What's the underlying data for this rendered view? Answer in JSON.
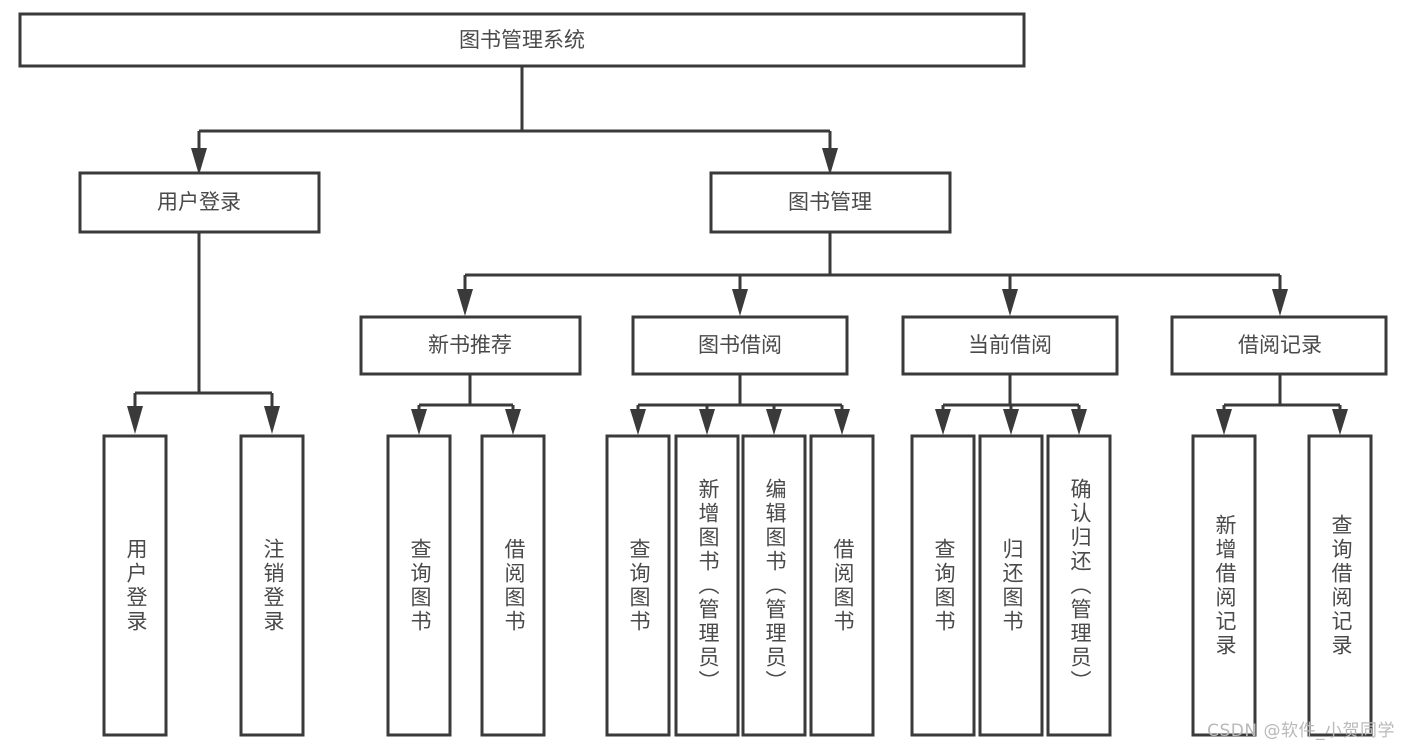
{
  "diagram": {
    "title": "图书管理系统",
    "type": "tree-hierarchy-diagram",
    "colors": {
      "box_stroke": "#3a3a3a",
      "box_fill": "#ffffff",
      "text": "#4a4a4a",
      "watermark": "#b9b9b9",
      "background": "#ffffff"
    },
    "root": {
      "id": "root",
      "label": "图书管理系统"
    },
    "level2": [
      {
        "id": "user-login",
        "label": "用户登录"
      },
      {
        "id": "book-manage",
        "label": "图书管理"
      }
    ],
    "level3": [
      {
        "id": "new-book-recommend",
        "label": "新书推荐",
        "parent": "book-manage"
      },
      {
        "id": "book-borrow",
        "label": "图书借阅",
        "parent": "book-manage"
      },
      {
        "id": "current-borrow",
        "label": "当前借阅",
        "parent": "book-manage"
      },
      {
        "id": "borrow-record",
        "label": "借阅记录",
        "parent": "book-manage"
      }
    ],
    "leaves": [
      {
        "id": "leaf-user-login",
        "label": "用户登录",
        "parent": "user-login"
      },
      {
        "id": "leaf-logout",
        "label": "注销登录",
        "parent": "user-login"
      },
      {
        "id": "leaf-query-book-1",
        "label": "查询图书",
        "parent": "new-book-recommend"
      },
      {
        "id": "leaf-borrow-book-1",
        "label": "借阅图书",
        "parent": "new-book-recommend"
      },
      {
        "id": "leaf-query-book-2",
        "label": "查询图书",
        "parent": "book-borrow"
      },
      {
        "id": "leaf-add-book",
        "label": "新增图书（管理员）",
        "parent": "book-borrow"
      },
      {
        "id": "leaf-edit-book",
        "label": "编辑图书（管理员）",
        "parent": "book-borrow"
      },
      {
        "id": "leaf-borrow-book-2",
        "label": "借阅图书",
        "parent": "book-borrow"
      },
      {
        "id": "leaf-query-book-3",
        "label": "查询图书",
        "parent": "current-borrow"
      },
      {
        "id": "leaf-return-book",
        "label": "归还图书",
        "parent": "current-borrow"
      },
      {
        "id": "leaf-confirm-return",
        "label": "确认归还（管理员）",
        "parent": "current-borrow"
      },
      {
        "id": "leaf-add-record",
        "label": "新增借阅记录",
        "parent": "borrow-record"
      },
      {
        "id": "leaf-query-record",
        "label": "查询借阅记录",
        "parent": "borrow-record"
      }
    ]
  },
  "watermark": {
    "text": "CSDN @软件_小贺同学"
  }
}
